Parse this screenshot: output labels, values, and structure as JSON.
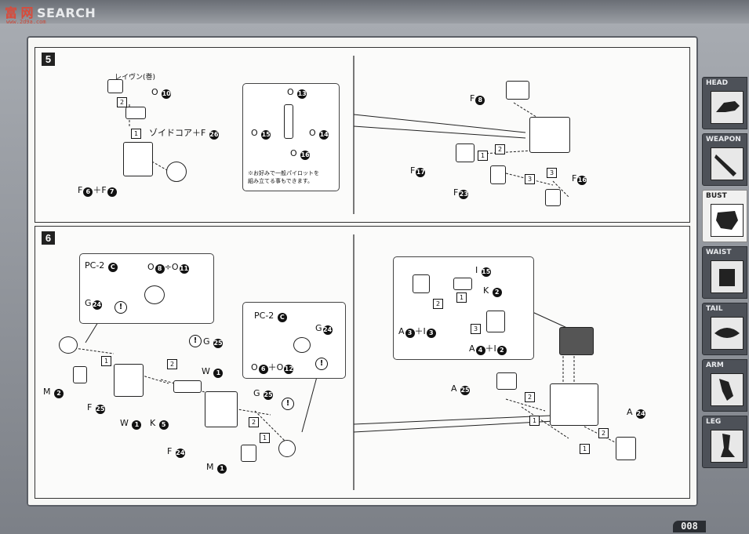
{
  "watermark": {
    "prefix": "富",
    "mid": "网",
    "brand": "SEARCH",
    "url": "www.2d9a.com"
  },
  "step5": {
    "badge": "5",
    "reiwan": "レイヴン(巻)",
    "o10": "O",
    "o10n": "10",
    "zoid_core": "ゾイドコア＋F",
    "zoid_core_n": "26",
    "f6f7_a": "F",
    "f6f7_an": "6",
    "f6f7_plus": "＋F",
    "f6f7_bn": "7",
    "inset": {
      "o13": "13",
      "o15": "15",
      "o14": "14",
      "o16": "16",
      "o": "O",
      "note1": "※お好みで一般パイロットを",
      "note2": "組み立てる事もできます。"
    },
    "right": {
      "f8": "8",
      "f17": "17",
      "f23": "23",
      "f16": "16",
      "f": "F"
    }
  },
  "step6": {
    "badge": "6",
    "pc2": "PC-2",
    "pc2c": "C",
    "o8": "8",
    "o11": "11",
    "o_slash_mid": "÷O",
    "g24": "24",
    "g25": "25",
    "g": "G",
    "m2": "2",
    "m1": "1",
    "m": "M",
    "f25": "25",
    "f24": "24",
    "f": "F",
    "w1": "1",
    "w": "W",
    "k5": "5",
    "k": "K",
    "o6": "6",
    "o12": "12",
    "plus_o": "＋O",
    "o": "O",
    "right": {
      "i15": "15",
      "i": "I",
      "k2": "2",
      "a3": "3",
      "i3": "3",
      "a4": "4",
      "i2": "2",
      "a25": "25",
      "a24": "24",
      "a": "A",
      "plus_i": "＋I"
    }
  },
  "steps_sq": {
    "s1": "1",
    "s2": "2",
    "s3": "3"
  },
  "bang": "!",
  "tabs": [
    {
      "label": "HEAD"
    },
    {
      "label": "WEAPON"
    },
    {
      "label": "BUST"
    },
    {
      "label": "WAIST"
    },
    {
      "label": "TAIL"
    },
    {
      "label": "ARM"
    },
    {
      "label": "LEG"
    }
  ],
  "page_number": "008"
}
